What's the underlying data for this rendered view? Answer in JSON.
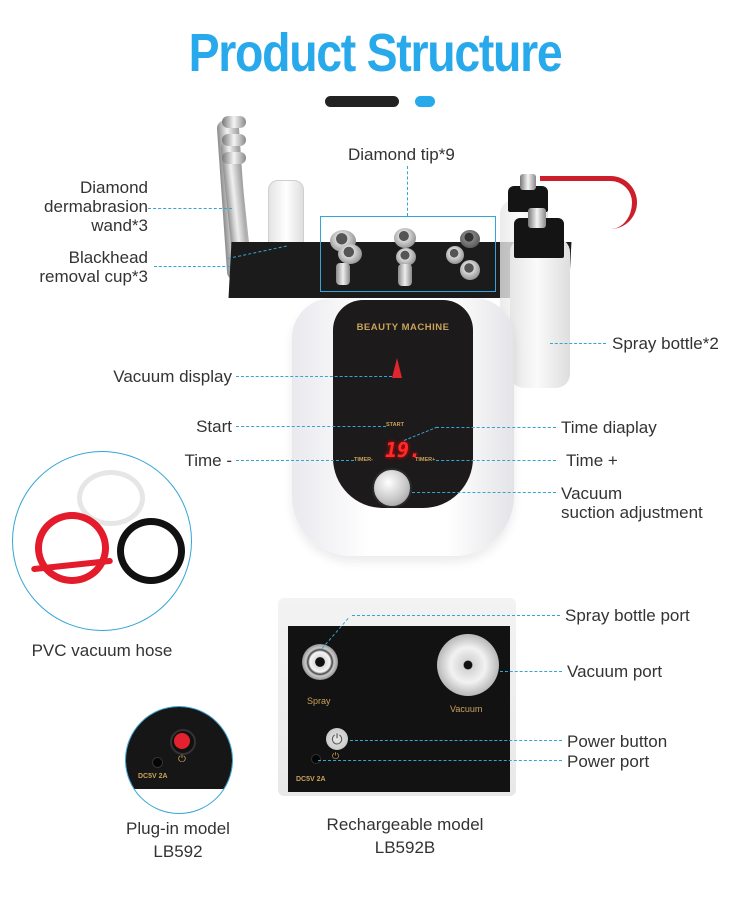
{
  "header": {
    "title": "Product Structure",
    "accent_color": "#27a9ec",
    "divider_dark_color": "#222222"
  },
  "callouts": {
    "diamond_tip": "Diamond tip*9",
    "dermabrasion_wand": [
      "Diamond",
      "dermabrasion",
      "wand*3"
    ],
    "blackhead_cup": [
      "Blackhead",
      "removal cup*3"
    ],
    "spray_bottle": "Spray bottle*2",
    "vacuum_display": "Vacuum display",
    "start": "Start",
    "time_display": "Time diaplay",
    "time_minus": "Time -",
    "time_plus": "Time +",
    "vacuum_adjust": [
      "Vacuum",
      "suction adjustment"
    ],
    "spray_bottle_port": "Spray bottle port",
    "vacuum_port": "Vacuum port",
    "power_button": "Power button",
    "power_port": "Power port"
  },
  "machine_panel": {
    "brand": "BEAUTY MACHINE",
    "start_label": "START",
    "timer_minus_label": "TIMER-",
    "timer_plus_label": "TIMER+",
    "led_value": "19."
  },
  "rear_panel": {
    "spray_label": "Spray",
    "vacuum_label": "Vacuum",
    "power_rating": "DC5V   2A"
  },
  "plugin_inset": {
    "power_rating": "DC5V   2A"
  },
  "captions": {
    "hose": "PVC vacuum hose",
    "plugin_model": [
      "Plug-in model",
      "LB592"
    ],
    "rechargeable_model": [
      "Rechargeable model",
      "LB592B"
    ]
  },
  "colors": {
    "callout_line": "#35a5d6",
    "panel_text_gold": "#c9a25a",
    "led_red": "#ff2a2a"
  }
}
